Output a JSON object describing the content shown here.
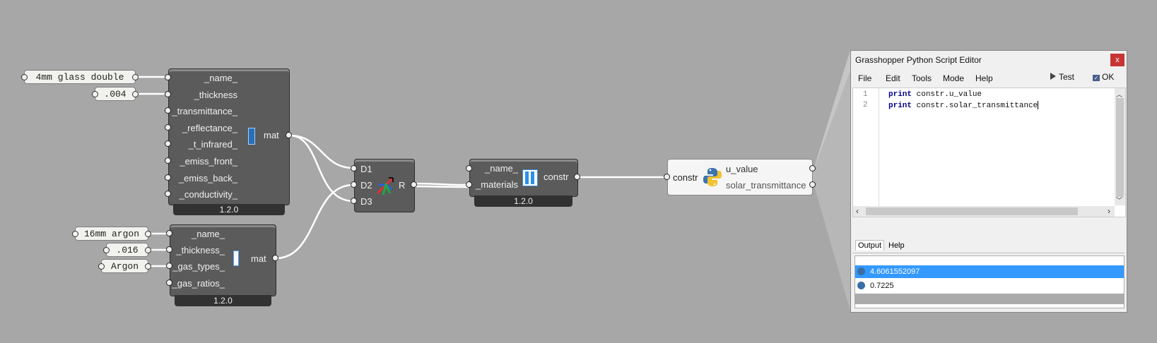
{
  "canvas": {
    "bg": "#a7a7a7"
  },
  "panels": {
    "glass_name": "4mm glass double",
    "glass_thickness": ".004",
    "gas_name": "16mm argon",
    "gas_thickness": ".016",
    "gas_type": "Argon"
  },
  "glass_material": {
    "inputs": [
      "_name_",
      "_thickness",
      "_transmittance_",
      "_reflectance_",
      "_t_infrared_",
      "_emiss_front_",
      "_emiss_back_",
      "_conductivity_"
    ],
    "output": "mat",
    "version": "1.2.0"
  },
  "gas_material": {
    "inputs": [
      "_name_",
      "_thickness_",
      "_gas_types_",
      "_gas_ratios_"
    ],
    "output": "mat",
    "version": "1.2.0"
  },
  "merge": {
    "inputs": [
      "D1",
      "D2",
      "D3"
    ],
    "output": "R"
  },
  "construction": {
    "inputs": [
      "_name_",
      "_materials"
    ],
    "output": "constr",
    "version": "1.2.0"
  },
  "python_node": {
    "input": "constr",
    "outputs": [
      "u_value",
      "solar_transmittance"
    ]
  },
  "editor": {
    "title": "Grasshopper Python Script Editor",
    "close": "x",
    "menu": [
      "File",
      "Edit",
      "Tools",
      "Mode",
      "Help"
    ],
    "test_label": "Test",
    "ok_label": "OK",
    "code": [
      {
        "num": "1",
        "kw": "print",
        "rest": " constr.u_value"
      },
      {
        "num": "2",
        "kw": "print",
        "rest": " constr.solar_transmittance"
      }
    ],
    "tabs": [
      "Output",
      "Help"
    ],
    "output_lines": [
      "4.6061552097",
      "0.7225"
    ],
    "colors": {
      "selected": "#3399ff",
      "keyword": "#00008b"
    }
  }
}
